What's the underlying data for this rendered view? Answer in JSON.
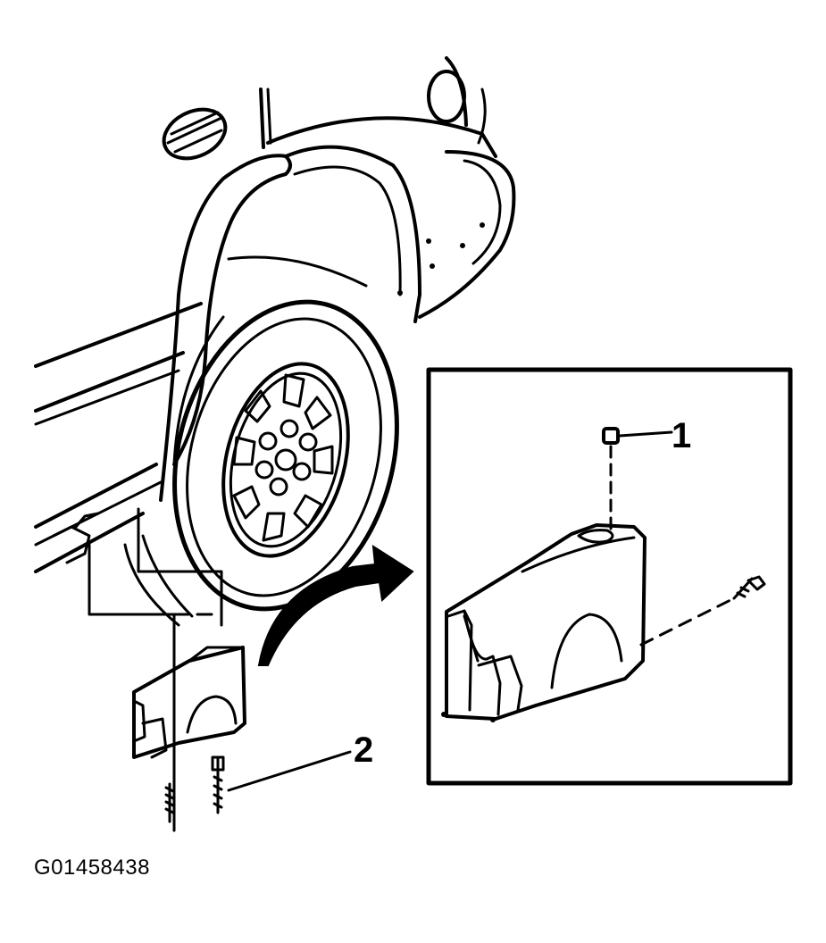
{
  "figure": {
    "callouts": [
      {
        "number": "1",
        "part": "nut"
      },
      {
        "number": "2",
        "part": "bolt"
      }
    ],
    "figure_id": "G01458438"
  },
  "colors": {
    "line": "#000000",
    "background": "#ffffff"
  }
}
